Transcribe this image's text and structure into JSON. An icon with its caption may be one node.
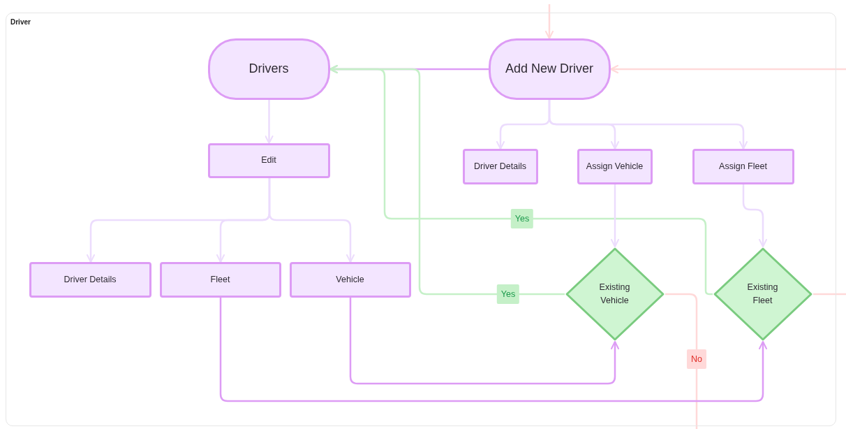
{
  "diagram": {
    "nodes": [
      {
        "text": [
          "Driver"
        ]
      },
      {
        "text": [
          "Drivers"
        ],
        "in": 0
      },
      {
        "text": [
          "Add New Driver"
        ],
        "in": 0
      },
      {
        "text": [
          "Edit"
        ],
        "in": 0
      },
      {
        "text": [
          "Driver Details"
        ],
        "in": 0
      },
      {
        "text": [
          "Assign Vehicle"
        ],
        "in": 0
      },
      {
        "text": [
          "Assign Fleet"
        ],
        "in": 0
      },
      {
        "text": [
          "Driver Details"
        ],
        "in": 0
      },
      {
        "text": [
          "Fleet"
        ],
        "in": 0
      },
      {
        "text": [
          "Vehicle"
        ],
        "in": 0
      },
      {
        "text": [
          "Existing Vehicle"
        ],
        "in": 0
      },
      {
        "text": [
          "Existing Fleet"
        ],
        "in": 0
      }
    ],
    "edges": [
      {
        "from": null,
        "to": 2,
        "arrow": "to",
        "color": "#ffd9d9"
      },
      {
        "from": null,
        "to": 2,
        "arrow": "to",
        "color": "#ffd9d9"
      },
      {
        "from": 2,
        "to": 1,
        "arrow": "to",
        "color": "#dd9cf5"
      },
      {
        "from": 10,
        "to": 1,
        "arrow": "to",
        "label": "Yes",
        "color": "#c5f0c8"
      },
      {
        "from": 11,
        "to": 1,
        "arrow": "to",
        "label": "Yes",
        "color": "#c5f0c8"
      },
      {
        "from": 10,
        "to": null,
        "arrow": "none",
        "label": "No",
        "color": "#ffd9d9"
      },
      {
        "from": 11,
        "to": null,
        "arrow": "none",
        "color": "#ffd9d9"
      },
      {
        "from": 1,
        "to": 3,
        "arrow": "to"
      },
      {
        "from": 3,
        "to": 7,
        "arrow": "to"
      },
      {
        "from": 3,
        "to": 8,
        "arrow": "to"
      },
      {
        "from": 3,
        "to": 9,
        "arrow": "to"
      },
      {
        "from": 2,
        "to": 4,
        "arrow": "to"
      },
      {
        "from": 2,
        "to": 5,
        "arrow": "to"
      },
      {
        "from": 2,
        "to": 6,
        "arrow": "to"
      },
      {
        "from": 5,
        "to": 10,
        "arrow": "to"
      },
      {
        "from": 6,
        "to": 11,
        "arrow": "to"
      },
      {
        "from": 9,
        "to": 10,
        "arrow": "to",
        "color": "#dd9cf5"
      },
      {
        "from": 8,
        "to": 11,
        "arrow": "to",
        "color": "#dd9cf5"
      }
    ]
  }
}
